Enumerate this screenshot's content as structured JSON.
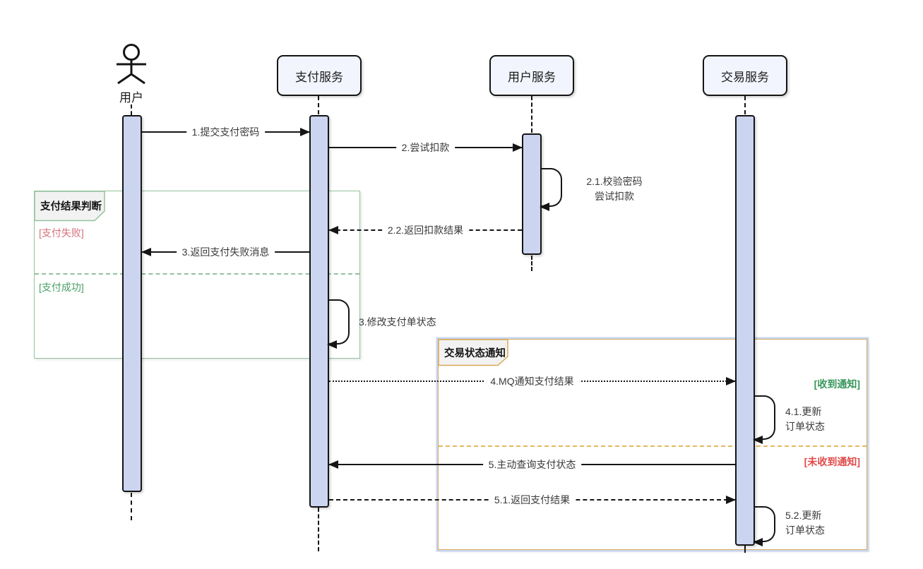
{
  "participants": [
    {
      "name": "用户",
      "type": "actor"
    },
    {
      "name": "支付服务",
      "type": "service"
    },
    {
      "name": "用户服务",
      "type": "service"
    },
    {
      "name": "交易服务",
      "type": "service"
    }
  ],
  "messages": {
    "m1": {
      "label": "1.提交支付密码",
      "style": "solid",
      "from": "用户",
      "to": "支付服务"
    },
    "m2": {
      "label": "2.尝试扣款",
      "style": "solid",
      "from": "支付服务",
      "to": "用户服务"
    },
    "m2_1": {
      "line1": "2.1.校验密码",
      "line2": "尝试扣款",
      "style": "self",
      "on": "用户服务"
    },
    "m2_2": {
      "label": "2.2.返回扣款结果",
      "style": "dashed",
      "from": "用户服务",
      "to": "支付服务"
    },
    "m3": {
      "label": "3.返回支付失败消息",
      "style": "solid",
      "from": "支付服务",
      "to": "用户"
    },
    "m3_1": {
      "label": "3.修改支付单状态",
      "style": "self",
      "on": "支付服务"
    },
    "m4": {
      "label": "4.MQ通知支付结果",
      "style": "dotted",
      "from": "支付服务",
      "to": "交易服务"
    },
    "m4_1": {
      "line1": "4.1.更新",
      "line2": "订单状态",
      "style": "self",
      "on": "交易服务"
    },
    "m5": {
      "label": "5.主动查询支付状态",
      "style": "solid",
      "from": "交易服务",
      "to": "支付服务"
    },
    "m5_1": {
      "label": "5.1.返回支付结果",
      "style": "dashed",
      "from": "支付服务",
      "to": "交易服务"
    },
    "m5_2": {
      "line1": "5.2.更新",
      "line2": "订单状态",
      "style": "self",
      "on": "交易服务"
    }
  },
  "frames": {
    "payment_result": {
      "title": "支付结果判断",
      "guard_fail": "[支付失败]",
      "guard_success": "[支付成功]",
      "border_color": "#95c29e"
    },
    "trade_notify": {
      "title": "交易状态通知",
      "guard_received": "[收到通知]",
      "guard_not_received": "[未收到通知]",
      "border_color": "#d8ab57",
      "outline_color": "#c9d6f2"
    }
  },
  "colors": {
    "activation_fill": "#ccd5f0",
    "participant_fill": "#f2f5fd",
    "line": "#151515",
    "guard_fail_red": "#d4737b",
    "guard_success_green": "#4a9e66",
    "notify_green": "#37965a",
    "notify_red": "#e14a4a"
  }
}
